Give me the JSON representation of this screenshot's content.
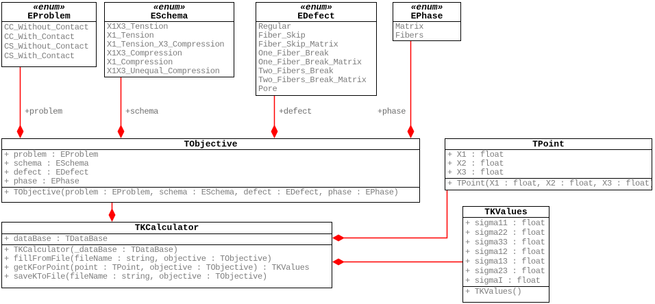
{
  "palette": {
    "red": "#ff0000",
    "border": "#000000",
    "member_text": "#7d7d7d",
    "label_text": "#6f6f6f",
    "background": "#ffffff"
  },
  "enums": {
    "eproblem": {
      "stereotype": "«enum»",
      "name": "EProblem",
      "items": [
        "CC_Without_Contact",
        "CC_With_Contact",
        "CS_Without_Contact",
        "CS_With_Contact"
      ]
    },
    "eschema": {
      "stereotype": "«enum»",
      "name": "ESchema",
      "items": [
        "X1X3_Tenstion",
        "X1_Tension",
        "X1_Tension_X3_Compression",
        "X1X3_Compression",
        "X1_Compression",
        "X1X3_Unequal_Compression"
      ]
    },
    "edefect": {
      "stereotype": "«enum»",
      "name": "EDefect",
      "items": [
        "Regular",
        "Fiber_Skip",
        "Fiber_Skip_Matrix",
        "One_Fiber_Break",
        "One_Fiber_Break_Matrix",
        "Two_Fibers_Break",
        "Two_Fibers_Break_Matrix",
        "Pore"
      ]
    },
    "ephase": {
      "stereotype": "«enum»",
      "name": "EPhase",
      "items": [
        "Matrix",
        "Fibers"
      ]
    }
  },
  "classes": {
    "tobjective": {
      "name": "TObjective",
      "attributes": [
        "+ problem : EProblem",
        "+ schema : ESchema",
        "+ defect : EDefect",
        "+ phase : EPhase"
      ],
      "methods": [
        "+ TObjective(problem : EProblem, schema : ESchema, defect : EDefect, phase : EPhase)"
      ]
    },
    "tpoint": {
      "name": "TPoint",
      "attributes": [
        "+ X1 : float",
        "+ X2 : float",
        "+ X3 : float"
      ],
      "methods": [
        "+ TPoint(X1 : float, X2 : float, X3 : float)"
      ]
    },
    "tkcalculator": {
      "name": "TKCalculator",
      "attributes": [
        "+ dataBase : TDataBase"
      ],
      "methods": [
        "+ TKCalculator(_dataBase : TDataBase)",
        "+ fillFromFile(fileName : string, objective : TObjective)",
        "+ getKForPoint(point : TPoint, objective : TObjective) : TKValues",
        "+ saveKToFile(fileName : string, objective : TObjective)"
      ]
    },
    "tkvalues": {
      "name": "TKValues",
      "attributes": [
        "+ sigma11 : float",
        "+ sigma22 : float",
        "+ sigma33 : float",
        "+ sigma12 : float",
        "+ sigma13 : float",
        "+ sigma23 : float",
        "+ sigmaI : float"
      ],
      "methods": [
        "+ TKValues()"
      ]
    }
  },
  "relations": {
    "problem_label": "+problem",
    "schema_label": "+schema",
    "defect_label": "+defect",
    "phase_label": "+phase"
  }
}
